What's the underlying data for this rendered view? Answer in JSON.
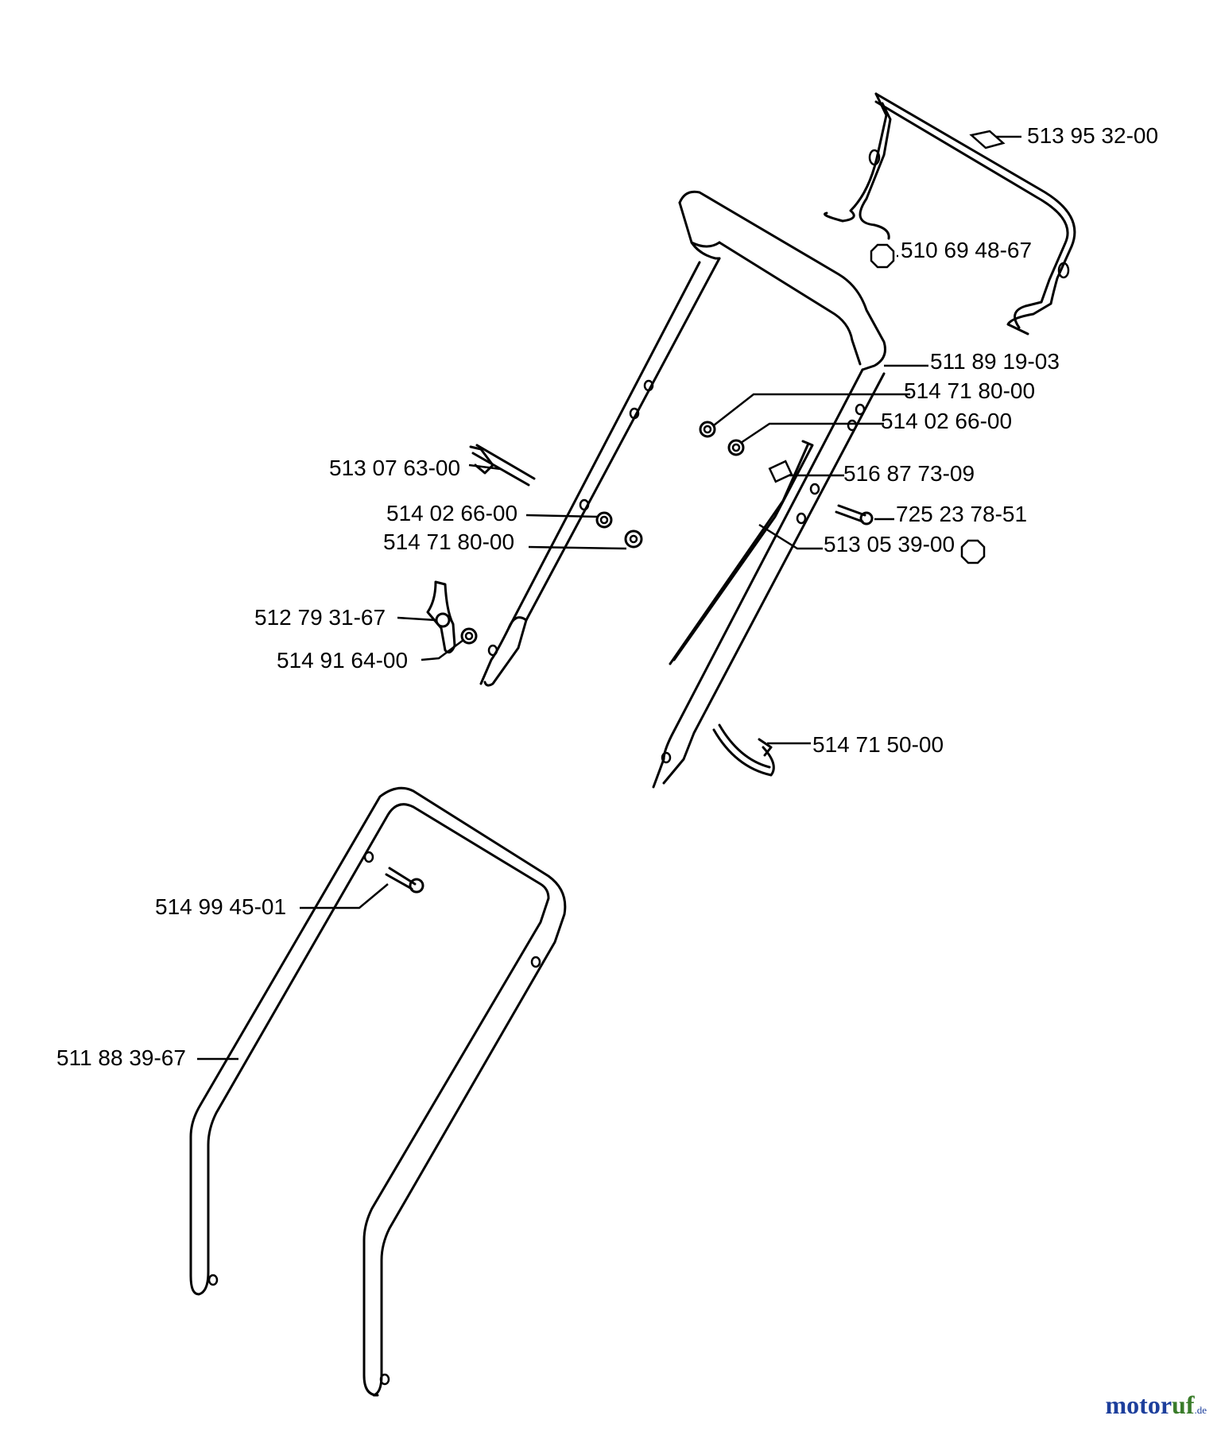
{
  "part_numbers": [
    "513 95 32-00",
    "510 69 48-67",
    "511 89 19-03",
    "514 71 80-00",
    "514 02 66-00",
    "513 07 63-00",
    "516 87 73-09",
    "514 02 66-00",
    "725 23 78-51",
    "514 71 80-00",
    "513 05 39-00",
    "512 79 31-67",
    "514 91 64-00",
    "514 71 50-00",
    "514 99 45-01",
    "511 88 39-67"
  ],
  "logo": {
    "main": "motor",
    "accent": "uf",
    "tld": ".de"
  }
}
